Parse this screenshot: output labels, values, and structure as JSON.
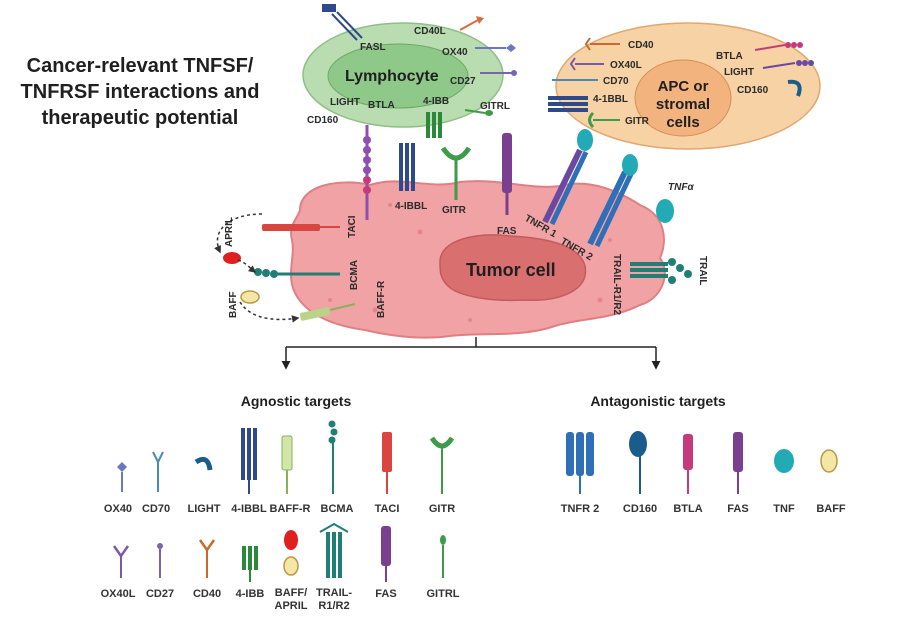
{
  "title_lines": [
    "Cancer-relevant TNFSF/",
    "TNFRSF interactions and",
    "therapeutic potential"
  ],
  "cells": {
    "lymphocyte": "Lymphocyte",
    "apc_lines": [
      "APC or",
      "stromal",
      "cells"
    ],
    "tumor": "Tumor cell"
  },
  "lymphocyte_labels": [
    "FASL",
    "CD40L",
    "OX40",
    "CD27",
    "4-IBB",
    "GITRL",
    "LIGHT",
    "BTLA",
    "CD160"
  ],
  "apc_labels": [
    "CD40",
    "OX40L",
    "CD70",
    "4-1BBL",
    "GITR",
    "BTLA",
    "LIGHT",
    "CD160"
  ],
  "tumor_labels": {
    "taci": "TACI",
    "bbl": "4-IBBL",
    "gitr": "GITR",
    "fas": "FAS",
    "tnfr1": "TNFR 1",
    "tnfr2": "TNFR 2",
    "trail_r": "TRAIL-R1/R2",
    "trail": "TRAIL",
    "tnfa": "TNFα",
    "april": "APRIL",
    "baff": "BAFF",
    "bcma": "BCMA",
    "baffr": "BAFF-R"
  },
  "sections": {
    "agnostic": "Agnostic targets",
    "antagonistic": "Antagonistic targets"
  },
  "agnostic_row1": [
    "OX40",
    "CD70",
    "LIGHT",
    "4-IBBL",
    "BAFF-R",
    "BCMA",
    "TACI",
    "GITR"
  ],
  "agnostic_row2": [
    "OX40L",
    "CD27",
    "CD40",
    "4-IBB",
    "BAFF/",
    "APRIL",
    "TRAIL-",
    "R1/R2",
    "FAS",
    "GITRL"
  ],
  "antagonistic_row": [
    "TNFR 2",
    "CD160",
    "BTLA",
    "FAS",
    "TNF",
    "BAFF"
  ],
  "colors": {
    "lymphocyte_outer": "#b9dcb0",
    "lymphocyte_inner": "#8fc98a",
    "apc_outer": "#f7d2a4",
    "apc_inner": "#f2b37e",
    "tumor": "#f1a2a4",
    "nucleus": "#d9706f",
    "receptor_blue": "#2f6fb7",
    "receptor_purple": "#7a3f8f",
    "receptor_green": "#2a8a3a",
    "receptor_teal": "#1f7f75",
    "receptor_red": "#d9453f",
    "cyan": "#22aab5"
  }
}
